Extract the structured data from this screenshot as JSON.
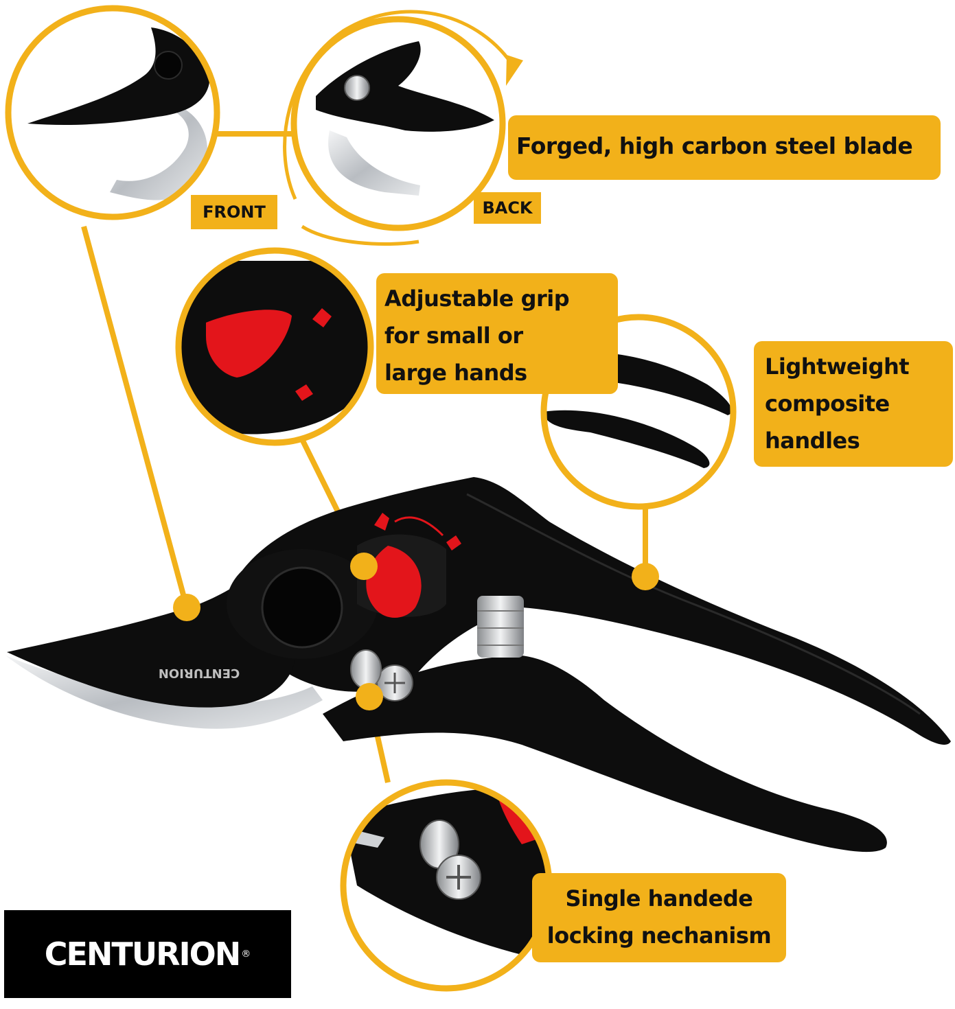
{
  "colors": {
    "accent": "#f2b11a",
    "handle": "#0d0d0d",
    "blade_steel": "#c9ccd0",
    "lock_red": "#e3151b",
    "text": "#111111"
  },
  "callouts": {
    "blade": "Forged, high carbon steel blade",
    "grip": "Adjustable grip\nfor small or\nlarge hands",
    "handles": "Lightweight\ncomposite\nhandles",
    "lock": "Single handede\nlocking nechanism"
  },
  "tags": {
    "front": "FRONT",
    "back": "BACK"
  },
  "blade_print": "CENTURION",
  "brand": {
    "name": "CENTURION",
    "reg": "®"
  }
}
